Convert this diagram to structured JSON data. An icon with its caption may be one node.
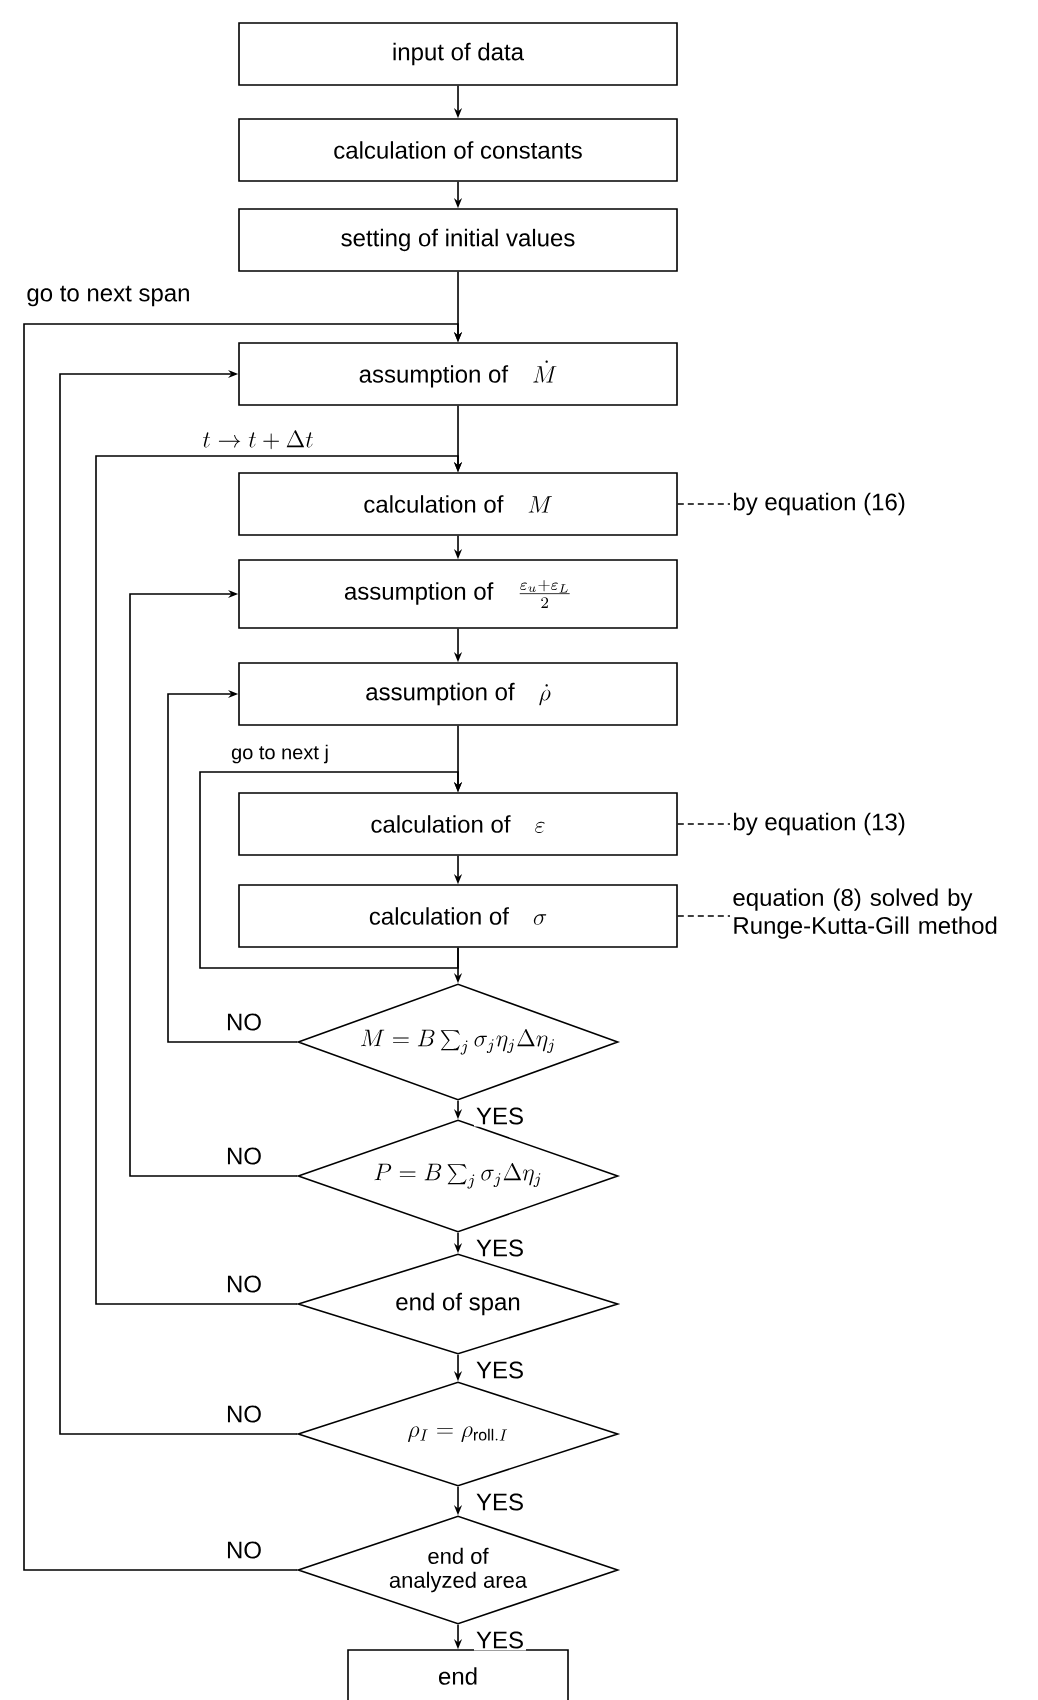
{
  "diagram": {
    "nodes": [
      {
        "text": [
          "input of data"
        ]
      },
      {
        "text": [
          "calculation of constants"
        ]
      },
      {
        "text": [
          "setting of initial values"
        ]
      },
      {
        "text": [
          "assumption of",
          "\\dot{M}"
        ]
      },
      {
        "text": [
          "calculation of",
          "M"
        ]
      },
      {
        "text": [
          "assumption of",
          "\\frac{\\varepsilon_u+\\varepsilon_L}{2}"
        ]
      },
      {
        "text": [
          "assumption of",
          "\\dot{\\rho}"
        ]
      },
      {
        "text": [
          "calculation of",
          "\\varepsilon"
        ]
      },
      {
        "text": [
          "calculation of",
          "\\sigma"
        ]
      },
      {
        "text": [
          "M=B\\sum_j \\sigma_j \\eta_j \\Delta\\eta_j"
        ]
      },
      {
        "text": [
          "P=B\\sum_j \\sigma_j \\Delta\\eta_j"
        ]
      },
      {
        "text": [
          "end of span"
        ]
      },
      {
        "text": [
          "\\rho_{I}=\\rho_{\\mathrm{roll}.I}"
        ]
      },
      {
        "text": [
          "end of analyzed area"
        ]
      },
      {
        "text": [
          "end"
        ]
      },
      {
        "text": [
          "by equation (16)"
        ]
      },
      {
        "text": [
          "by equation (13)"
        ]
      },
      {
        "text": [
          "equation (8) solved by Runge-Kutta-Gill method"
        ]
      }
    ],
    "edges": [
      {
        "from": 0,
        "to": 1,
        "arrow": "to"
      },
      {
        "from": 1,
        "to": 2,
        "arrow": "to"
      },
      {
        "from": 2,
        "to": 3,
        "arrow": "to"
      },
      {
        "from": 3,
        "to": 4,
        "arrow": "to"
      },
      {
        "from": 4,
        "to": 5,
        "arrow": "to"
      },
      {
        "from": 5,
        "to": 6,
        "arrow": "to"
      },
      {
        "from": 6,
        "to": 7,
        "arrow": "to"
      },
      {
        "from": 7,
        "to": 8,
        "arrow": "to"
      },
      {
        "from": 8,
        "to": 9,
        "arrow": "to"
      },
      {
        "from": 9,
        "to": 10,
        "arrow": "to",
        "label": "YES"
      },
      {
        "from": 10,
        "to": 11,
        "arrow": "to",
        "label": "YES"
      },
      {
        "from": 11,
        "to": 12,
        "arrow": "to",
        "label": "YES"
      },
      {
        "from": 12,
        "to": 13,
        "arrow": "to",
        "label": "YES"
      },
      {
        "from": 13,
        "to": 14,
        "arrow": "to",
        "label": "YES"
      },
      {
        "from": 8,
        "to": 7,
        "arrow": "to",
        "label": "go to next j"
      },
      {
        "from": 9,
        "to": 6,
        "arrow": "to",
        "label": "NO"
      },
      {
        "from": 10,
        "to": 5,
        "arrow": "to",
        "label": "NO"
      },
      {
        "from": 11,
        "to": 4,
        "arrow": "to",
        "label": "NO"
      },
      {
        "from": 12,
        "to": 3,
        "arrow": "to",
        "label": "NO"
      },
      {
        "from": 13,
        "to": 3,
        "arrow": "to",
        "label": "NO"
      },
      {
        "from": 4,
        "to": 15,
        "arrow": "none",
        "style": "dashed"
      },
      {
        "from": 7,
        "to": 16,
        "arrow": "none",
        "style": "dashed"
      },
      {
        "from": 8,
        "to": 17,
        "arrow": "none",
        "style": "dashed"
      }
    ],
    "labels": [
      "go to next span",
      "t \\rightarrow t+\\Delta t"
    ]
  }
}
